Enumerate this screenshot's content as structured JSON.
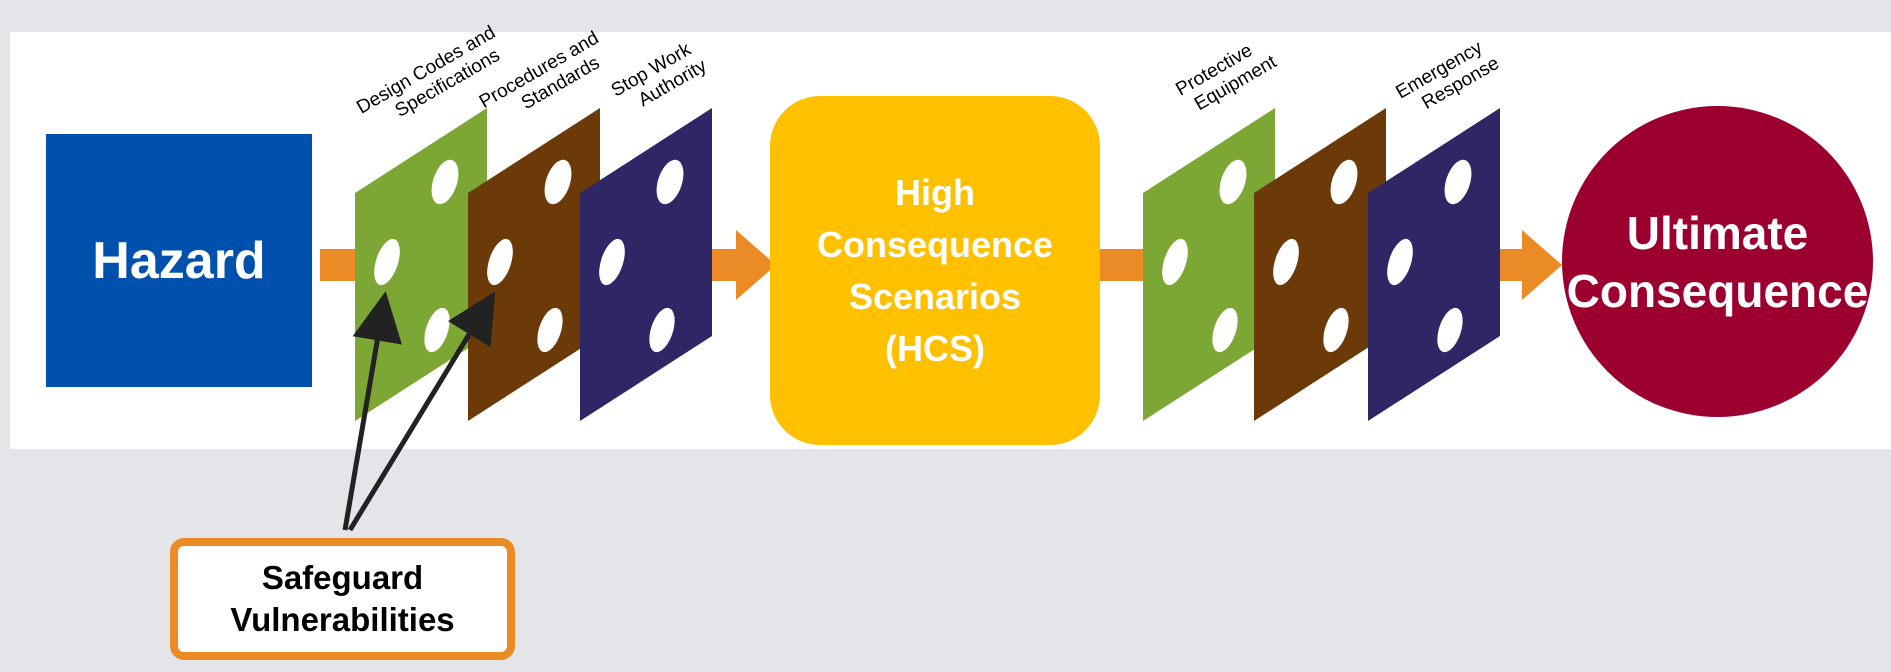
{
  "hazard": {
    "label": "Hazard"
  },
  "pre_barriers": [
    {
      "label_line1": "Design Codes and",
      "label_line2": "Specifications",
      "color": "#7ca734"
    },
    {
      "label_line1": "Procedures and",
      "label_line2": "Standards",
      "color": "#6b3a08"
    },
    {
      "label_line1": "Stop Work",
      "label_line2": "Authority",
      "color": "#2f2666"
    }
  ],
  "hcs": {
    "line1": "High",
    "line2": "Consequence",
    "line3": "Scenarios",
    "line4": "(HCS)"
  },
  "post_barriers": [
    {
      "label_line1": "Protective",
      "label_line2": "Equipment",
      "color": "#7ca734"
    },
    {
      "label_line1": "",
      "label_line2": "",
      "color": "#6b3a08"
    },
    {
      "label_line1": "Emergency",
      "label_line2": "Response",
      "color": "#2f2666"
    }
  ],
  "ultimate": {
    "line1": "Ultimate",
    "line2": "Consequence"
  },
  "callout": {
    "line1": "Safeguard",
    "line2": "Vulnerabilities"
  },
  "colors": {
    "background": "#e4e5e9",
    "band": "#ffffff",
    "arrow": "#ea8b26",
    "hazard": "#0051ad",
    "hcs": "#ffc000",
    "ultimate": "#9b002e",
    "callout_border": "#ea8b26"
  }
}
